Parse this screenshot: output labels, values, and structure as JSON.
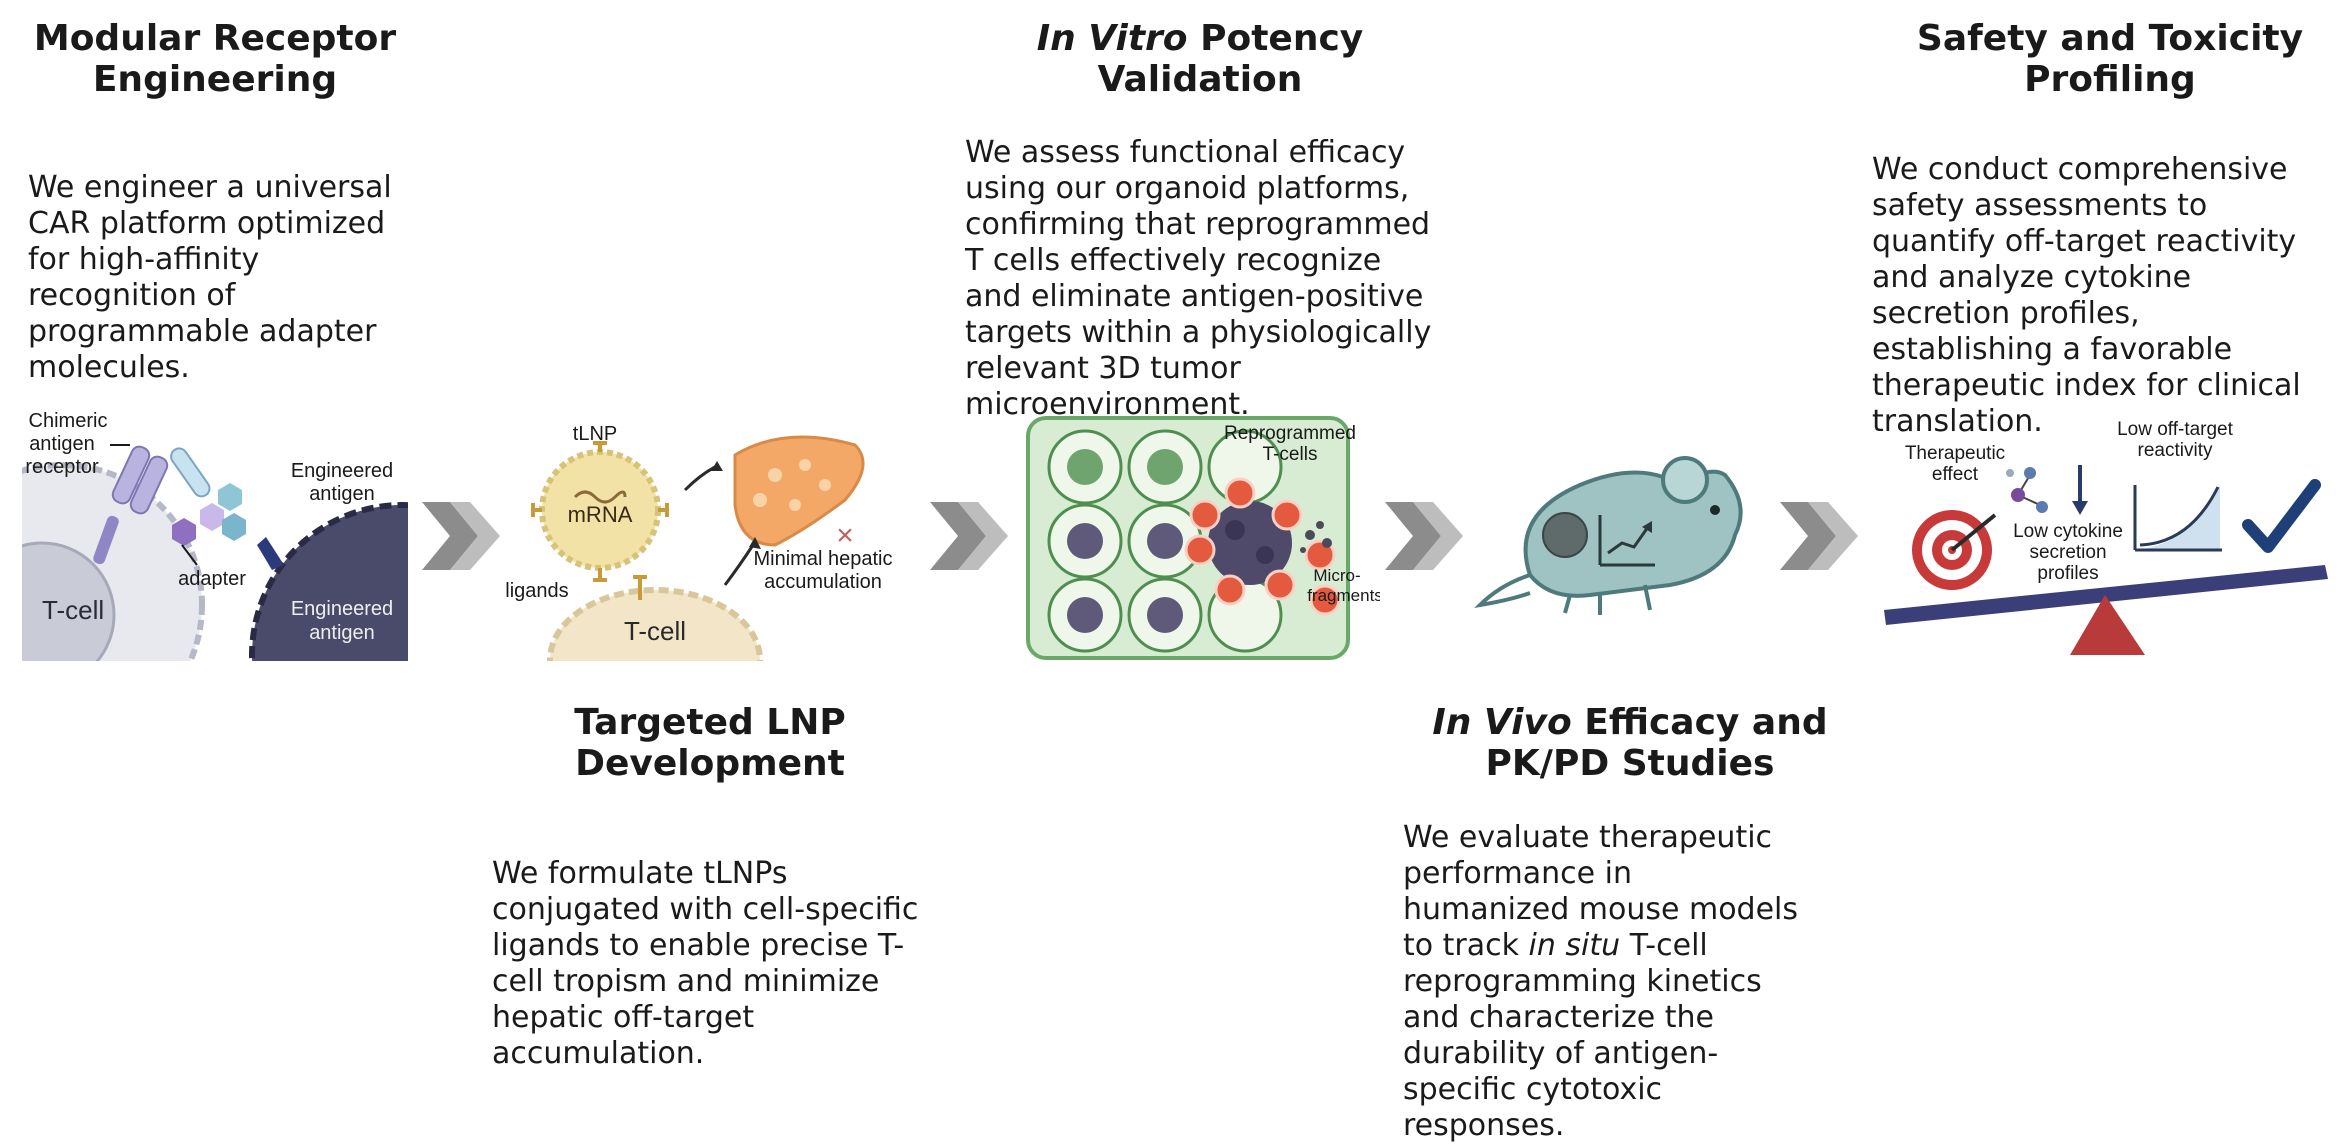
{
  "steps": [
    {
      "title": "Modular Receptor Engineering",
      "desc": "We engineer a universal CAR platform optimized for high-affinity recognition of programmable adapter molecules.",
      "labels": {
        "car": "Chimeric antigen receptor",
        "car_l1": "Chimeric",
        "car_l2": "antigen",
        "car_l3": "receptor",
        "engineered_antigen_l1": "Engineered",
        "engineered_antigen_l2": "antigen",
        "adapter": "adapter",
        "tcell": "T-cell",
        "target_l1": "Engineered",
        "target_l2": "antigen"
      }
    },
    {
      "title": "Targeted LNP Development",
      "desc": "We formulate tLNPs conjugated with cell-specific ligands  to enable precise T-cell tropism and minimize hepatic off-target accumulation.",
      "labels": {
        "tlnp": "tLNP",
        "mrna": "mRNA",
        "ligands": "ligands",
        "hepatic_l1": "Minimal hepatic",
        "hepatic_l2": "accumulation",
        "tcell": "T-cell"
      }
    },
    {
      "title_em": "In Vitro",
      "title_rest": " Potency Validation",
      "desc": "We assess functional efficacy using our  organoid platforms, confirming that reprogrammed T cells effectively recognize and eliminate antigen-positive targets within a physiologically relevant 3D tumor microenvironment.",
      "labels": {
        "reprog_l1": "Reprogrammed",
        "reprog_l2": "T-cells",
        "micro_l1": "Micro-",
        "micro_l2": "fragments"
      }
    },
    {
      "title_em": "In Vivo",
      "title_rest": " Efficacy and PK/PD Studies",
      "desc_a": "We evaluate therapeutic performance in humanized mouse models to track ",
      "desc_em": "in situ",
      "desc_b": " T-cell reprogramming kinetics and characterize the durability of antigen-specific cytotoxic responses."
    },
    {
      "title": "Safety and Toxicity Profiling",
      "desc": "We conduct comprehensive safety assessments to quantify off-target reactivity and analyze cytokine secretion profiles, establishing a favorable therapeutic index for clinical translation.",
      "labels": {
        "therapeutic_l1": "Therapeutic",
        "therapeutic_l2": "effect",
        "cytokine_l1": "Low cytokine",
        "cytokine_l2": "secretion",
        "cytokine_l3": "profiles",
        "offtarget_l1": "Low off-target",
        "offtarget_l2": "reactivity"
      }
    }
  ],
  "colors": {
    "arrow": "#8c8c8c",
    "tcell_fill": "#c9ccd6",
    "target_fill": "#4a4a6a",
    "lnp_fill": "#f3e2a6",
    "liver": "#f3a867",
    "plate_green": "#d8ecd4",
    "tumor_purple": "#5f5a7a",
    "tcell_red": "#e45a3e",
    "mouse": "#8fb3b5",
    "target_red": "#c83a3a",
    "seesaw": "#2d3a78",
    "check": "#1f3f78"
  }
}
